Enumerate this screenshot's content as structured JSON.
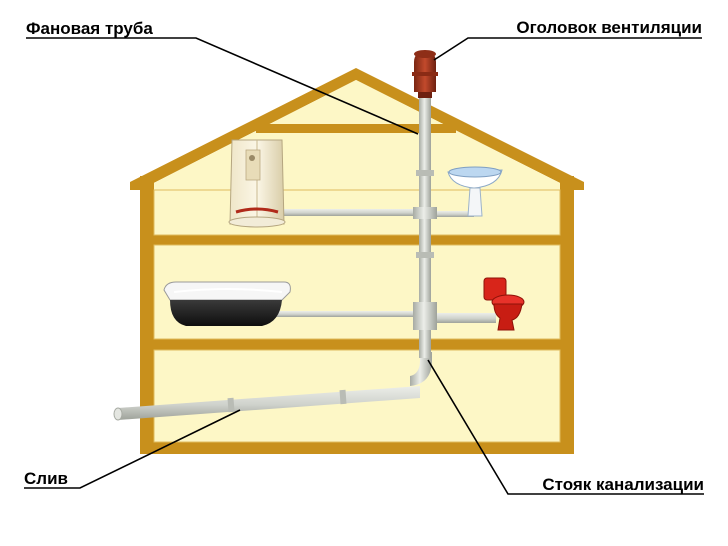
{
  "labels": {
    "vent_pipe": "Фановая труба",
    "vent_cap": "Оголовок вентиляции",
    "drain": "Слив",
    "sewer_riser": "Стояк канализации"
  },
  "colors": {
    "house_frame": "#c8901c",
    "wall_fill": "#fdf7c6",
    "pipe": "#cfd2cc",
    "pipe_shade": "#9ea29a",
    "vent_cap": "#a63a22",
    "toilet": "#d8251a",
    "sink": "#bcd7f0",
    "bath_outer": "#1d1d1d",
    "leader_line": "#000000"
  },
  "icons": [
    "shower-cabin-icon",
    "sink-icon",
    "bathtub-icon",
    "toilet-icon",
    "vent-cap-icon"
  ]
}
